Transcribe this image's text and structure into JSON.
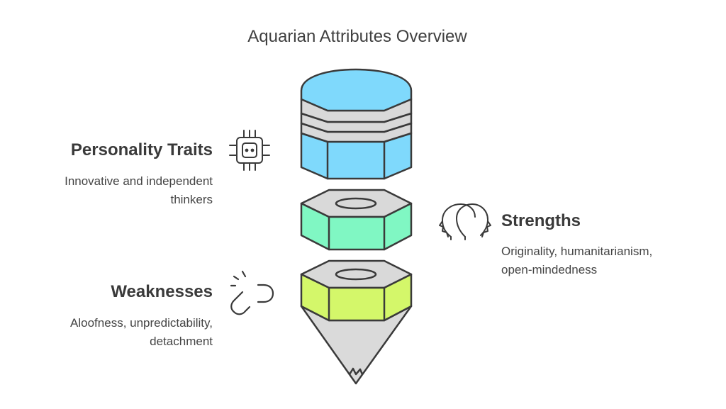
{
  "title": "Aquarian Attributes Overview",
  "sections": {
    "personality": {
      "heading": "Personality Traits",
      "desc_lines": [
        "Innovative and independent",
        "thinkers"
      ],
      "icon": "chip-icon",
      "color": "#7fd9fc"
    },
    "strengths": {
      "heading": "Strengths",
      "desc_lines": [
        "Originality, humanitarianism,",
        "open-mindedness"
      ],
      "icon": "two-heads-icon",
      "color": "#80f7c3"
    },
    "weaknesses": {
      "heading": "Weaknesses",
      "desc_lines": [
        "Aloofness, unpredictability,",
        "detachment"
      ],
      "icon": "broken-link-icon",
      "color": "#d4f76a"
    }
  },
  "colors": {
    "outline": "#3a3a3a",
    "gray_face": "#d9d9d9",
    "cone": "#dadada"
  }
}
